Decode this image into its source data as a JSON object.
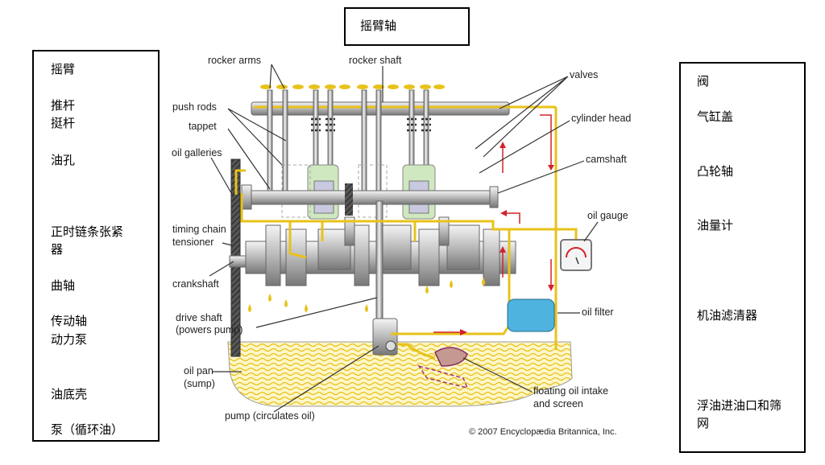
{
  "top_box": {
    "label": "摇臂轴"
  },
  "left_box": {
    "items": [
      "摇臂",
      "推杆",
      "挺杆",
      "油孔",
      "正时链条张紧器",
      "曲轴",
      "传动轴",
      "动力泵",
      "油底壳",
      "泵（循环油）"
    ]
  },
  "right_box": {
    "items": [
      "阀",
      "气缸盖",
      "凸轮轴",
      "油量计",
      "机油滤清器",
      "浮油进油口和筛网"
    ]
  },
  "diagram": {
    "labels": {
      "rocker_arms": "rocker arms",
      "rocker_shaft": "rocker shaft",
      "valves": "valves",
      "push_rods": "push rods",
      "tappet": "tappet",
      "cylinder_head": "cylinder head",
      "oil_galleries": "oil galleries",
      "camshaft": "camshaft",
      "oil_gauge": "oil gauge",
      "timing_chain_1": "timing chain",
      "timing_chain_2": "tensioner",
      "crankshaft": "crankshaft",
      "drive_shaft_1": "drive shaft",
      "drive_shaft_2": "(powers pump)",
      "oil_filter": "oil filter",
      "oil_pan_1": "oil pan",
      "oil_pan_2": "(sump)",
      "floating_1": "floating oil intake",
      "floating_2": "and screen",
      "pump": "pump (circulates oil)",
      "copyright": "© 2007 Encyclopædia Britannica, Inc."
    },
    "colors": {
      "oil": "#e8c21a",
      "arrow": "#d2232a",
      "filter": "#4fb3e0",
      "cylinder": "#cfe8c0"
    }
  }
}
